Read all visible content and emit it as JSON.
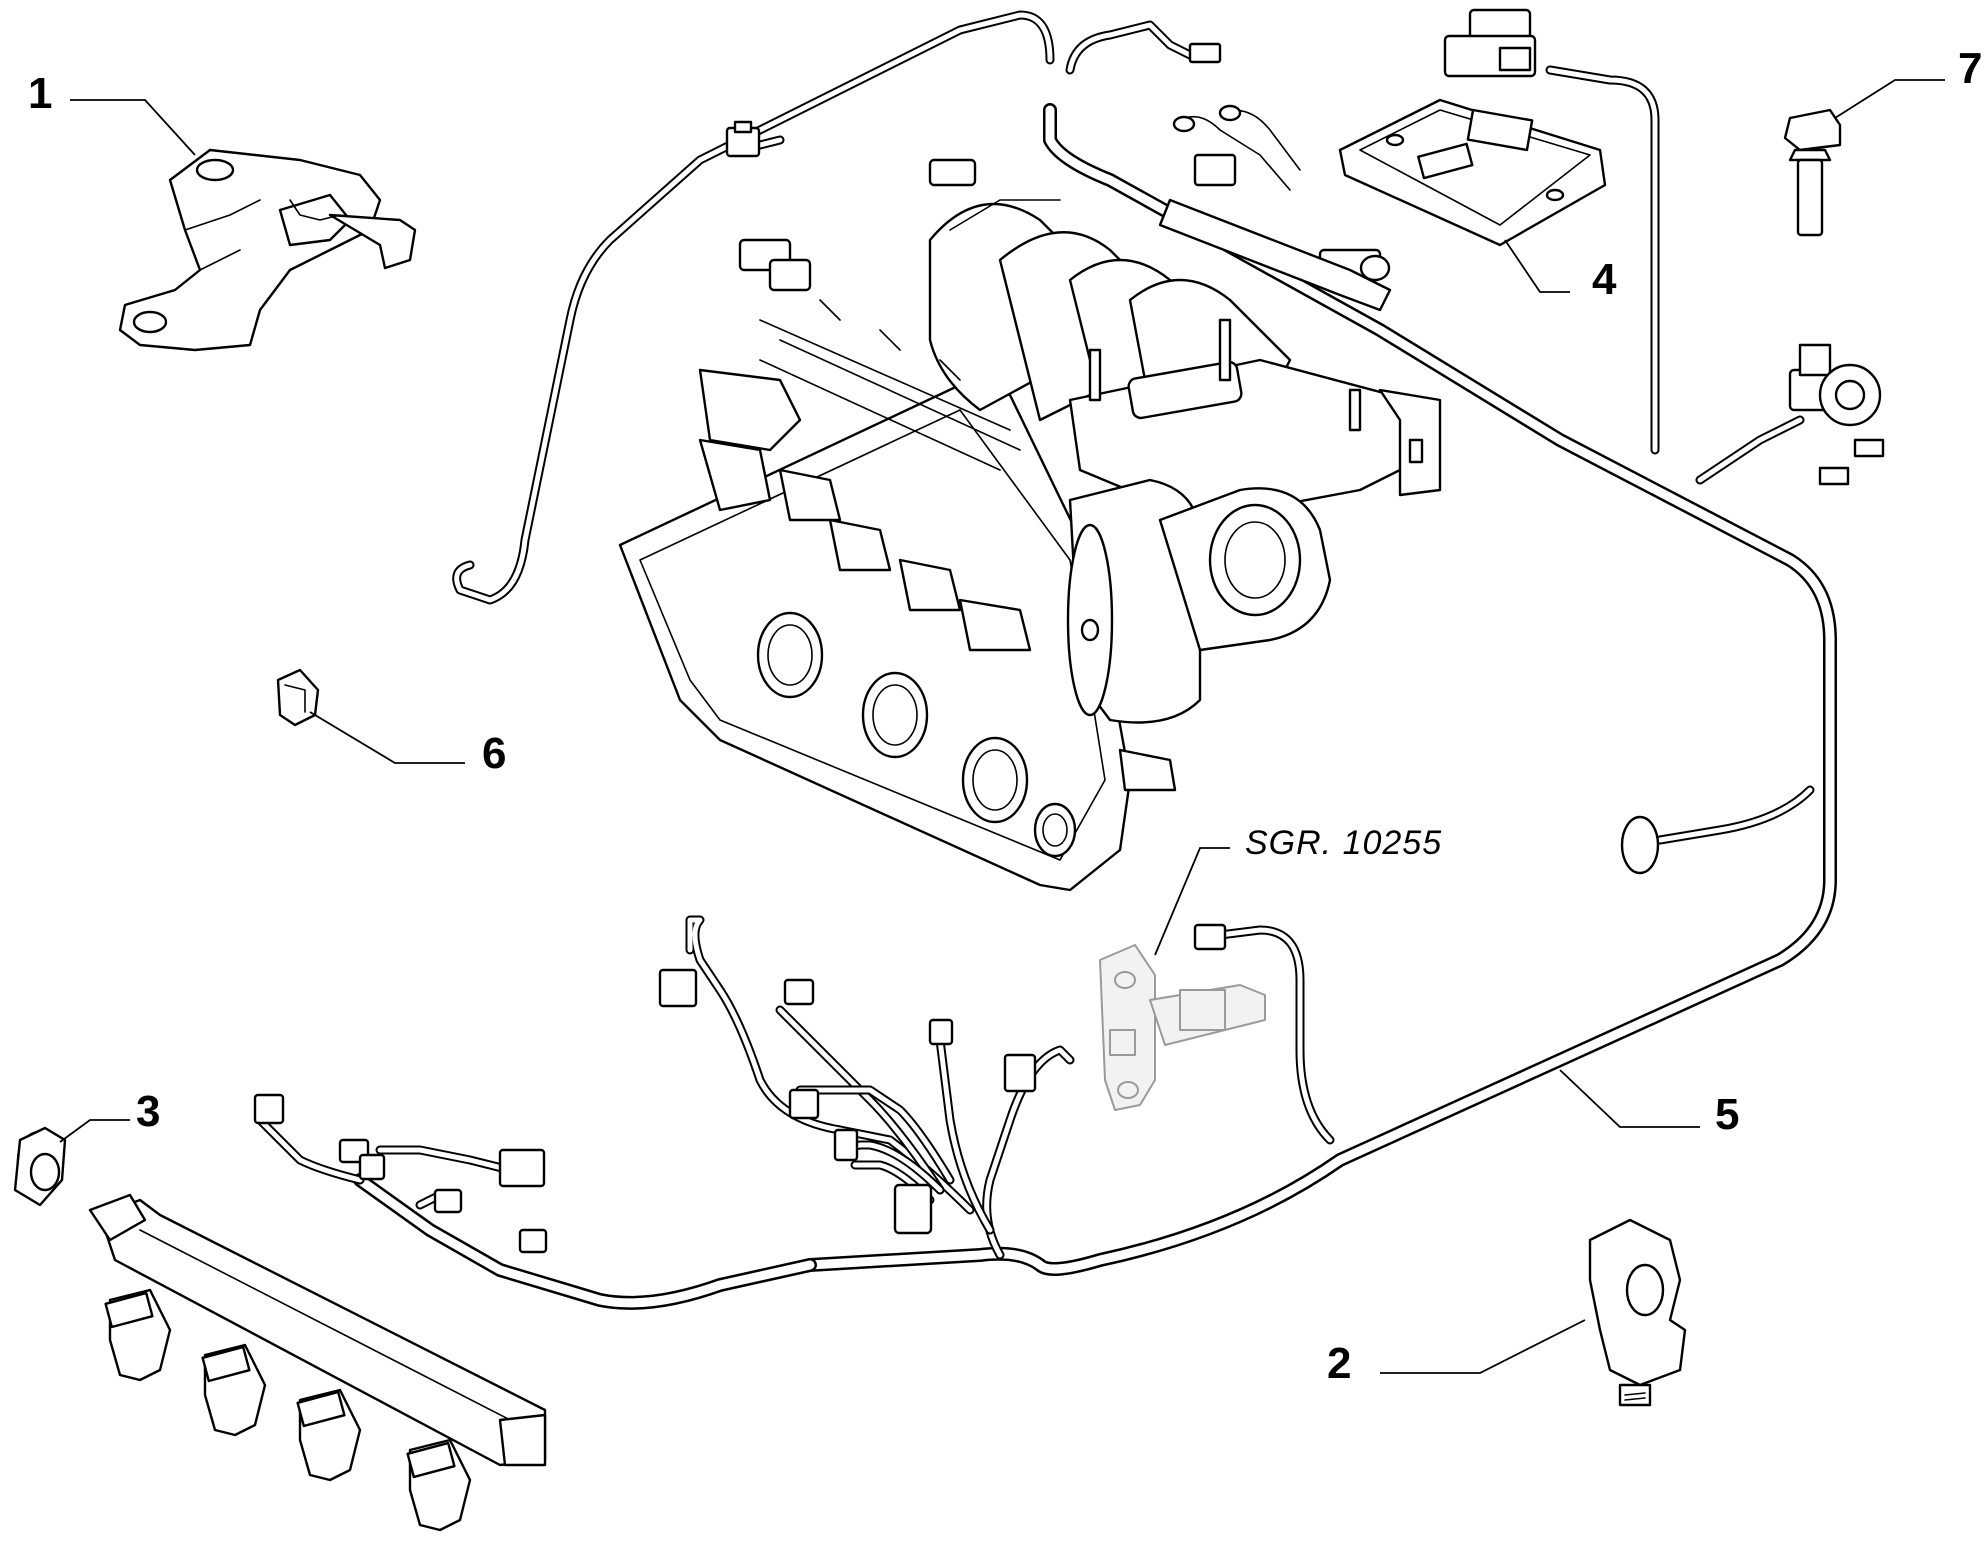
{
  "diagram": {
    "callouts": [
      {
        "id": "1",
        "label": "1"
      },
      {
        "id": "2",
        "label": "2"
      },
      {
        "id": "3",
        "label": "3"
      },
      {
        "id": "4",
        "label": "4"
      },
      {
        "id": "5",
        "label": "5"
      },
      {
        "id": "6",
        "label": "6"
      },
      {
        "id": "7",
        "label": "7"
      }
    ],
    "reference": "SGR. 10255",
    "parts": {
      "p1": "bracket",
      "p2": "harness-clip-with-stud",
      "p3": "cap",
      "p4": "electronic-module",
      "p5": "engine-wiring-harness",
      "p6": "clip",
      "p7": "flange-bolt"
    },
    "colors": {
      "line": "#000000",
      "background": "#ffffff",
      "reference_part": "#9a9a9a"
    }
  }
}
